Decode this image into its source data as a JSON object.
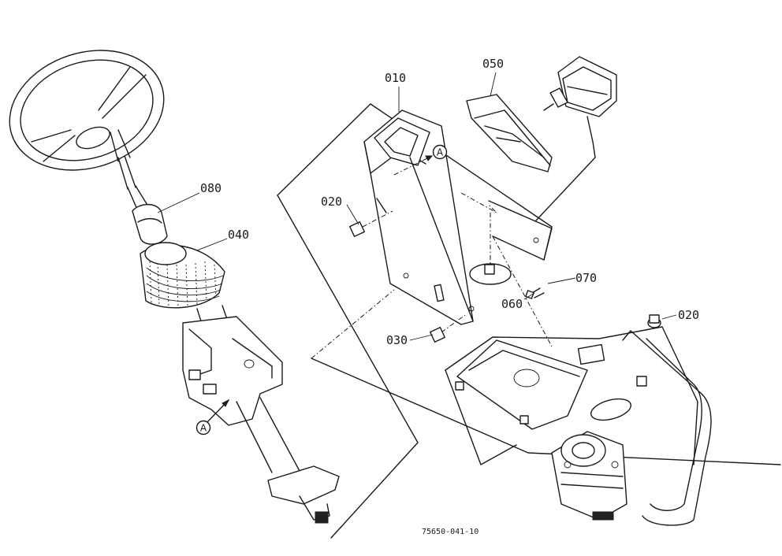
{
  "parts": [
    {
      "id": "label-010",
      "text": "010"
    },
    {
      "id": "label-050",
      "text": "050"
    },
    {
      "id": "label-080",
      "text": "080"
    },
    {
      "id": "label-040",
      "text": "040"
    },
    {
      "id": "label-020-left",
      "text": "020"
    },
    {
      "id": "label-020-right",
      "text": "020"
    },
    {
      "id": "label-030",
      "text": "030"
    },
    {
      "id": "label-060",
      "text": "060"
    },
    {
      "id": "label-070",
      "text": "070"
    }
  ],
  "references": {
    "ref_a_top": "A",
    "ref_a_bottom": "A"
  },
  "drawing_number": "75650-041-10"
}
